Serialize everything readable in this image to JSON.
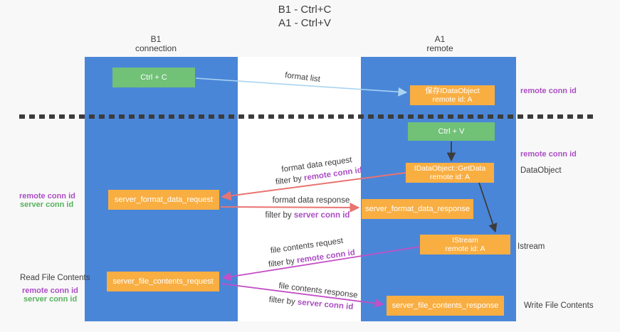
{
  "title": {
    "line1": "B1 - Ctrl+C",
    "line2": "A1 - Ctrl+V"
  },
  "columns": {
    "left": {
      "name": "B1",
      "subtitle": "connection"
    },
    "right": {
      "name": "A1",
      "subtitle": "remote"
    }
  },
  "nodes": {
    "ctrl_c": {
      "label": "Ctrl + C"
    },
    "saved_dataobject": {
      "line1": "保存IDataObject",
      "line2": "remote id: A"
    },
    "ctrl_v": {
      "label": "Ctrl + V"
    },
    "getdata": {
      "line1": "IDataObject::GetData",
      "line2": "remote id: A"
    },
    "format_request": {
      "label": "server_format_data_request"
    },
    "format_response": {
      "label": "server_format_data_response"
    },
    "istream": {
      "line1": "IStream",
      "line2": "remote id: A"
    },
    "file_request": {
      "label": "server_file_contents_request"
    },
    "file_response": {
      "label": "server_file_contents_response"
    }
  },
  "edge_labels": {
    "format_list": "format list",
    "format_data_request": "format data request",
    "format_data_request_filter": {
      "prefix": "filter by ",
      "key": "remote conn id"
    },
    "format_data_response": "format data response",
    "format_data_response_filter": {
      "prefix": "filter by ",
      "key": "server conn id"
    },
    "file_contents_request": "file contents request",
    "file_contents_request_filter": {
      "prefix": "filter by ",
      "key": "remote conn id"
    },
    "file_contents_response": "file contents response",
    "file_contents_response_filter": {
      "prefix": "filter by ",
      "key": "server conn id"
    }
  },
  "annotations": {
    "right_remote_top": "remote conn id",
    "right_remote_mid": "remote conn id",
    "dataobject": "DataObject",
    "istream": "Istream",
    "write_file": "Write File Contents",
    "left_format_remote": "remote conn id",
    "left_format_server": "server conn id",
    "read_file": "Read File Contents",
    "left_file_remote": "remote conn id",
    "left_file_server": "server conn id"
  },
  "colors": {
    "bg": "#f8f8f8",
    "blue": "#4a86d8",
    "green": "#71c177",
    "orange": "#f9ae42",
    "red": "#e87471",
    "magenta": "#c44fc6",
    "lightblue": "#a9d4f1",
    "purple": "#ab4ec4",
    "greentext": "#57b25e",
    "dark": "#3c3c3c"
  }
}
